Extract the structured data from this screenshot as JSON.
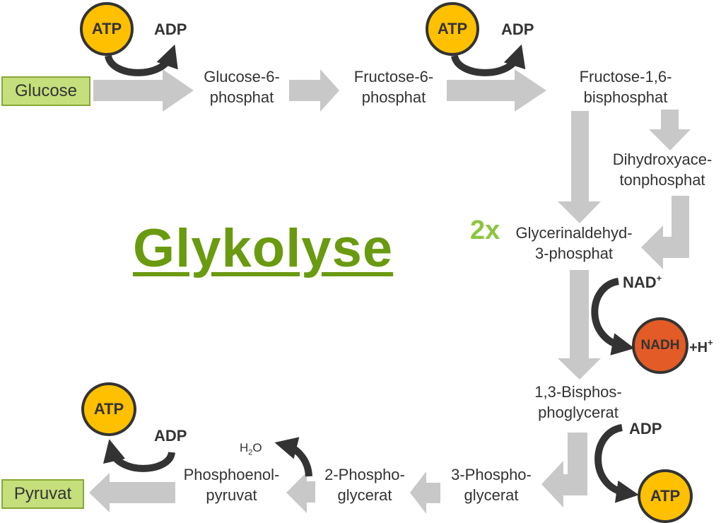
{
  "title": "Glykolyse",
  "multiplier": "2x",
  "colors": {
    "title_green": "#6a9a10",
    "multiplier_green": "#8cc63f",
    "box_fill": "#c4df7b",
    "box_border": "#86a838",
    "atp_fill": "#ffc000",
    "nadh_fill": "#e35b26",
    "flow_arrow": "#c8c8c8",
    "cofactor_arrow": "#333333"
  },
  "start_box": {
    "label": "Glucose"
  },
  "end_box": {
    "label": "Pyruvat"
  },
  "metabolites": [
    {
      "id": "g6p",
      "line1": "Glucose-6-",
      "line2": "phosphat"
    },
    {
      "id": "f6p",
      "line1": "Fructose-6-",
      "line2": "phosphat"
    },
    {
      "id": "f16bp",
      "line1": "Fructose-1,6-",
      "line2": "bisphosphat"
    },
    {
      "id": "dhap",
      "line1": "Dihydroxyace-",
      "line2": "tonphosphat"
    },
    {
      "id": "gap",
      "line1": "Glycerinaldehyd-",
      "line2": "3-phosphat"
    },
    {
      "id": "bpg13",
      "line1": "1,3-Bisphos-",
      "line2": "phoglycerat"
    },
    {
      "id": "pg3",
      "line1": "3-Phospho-",
      "line2": "glycerat"
    },
    {
      "id": "pg2",
      "line1": "2-Phospho-",
      "line2": "glycerat"
    },
    {
      "id": "pep",
      "line1": "Phosphoenol-",
      "line2": "pyruvat"
    }
  ],
  "cofactors": {
    "step1": {
      "in": "ATP",
      "out": "ADP"
    },
    "step3": {
      "in": "ATP",
      "out": "ADP"
    },
    "step6": {
      "in": "NAD",
      "in_sup": "+",
      "out": "NADH",
      "out_extra": "+H",
      "out_extra_sup": "+"
    },
    "step7": {
      "in": "ADP",
      "out": "ATP"
    },
    "step9": {
      "out": "H",
      "out_sub": "2",
      "out_tail": "O"
    },
    "step10": {
      "in": "ADP",
      "out": "ATP"
    }
  }
}
